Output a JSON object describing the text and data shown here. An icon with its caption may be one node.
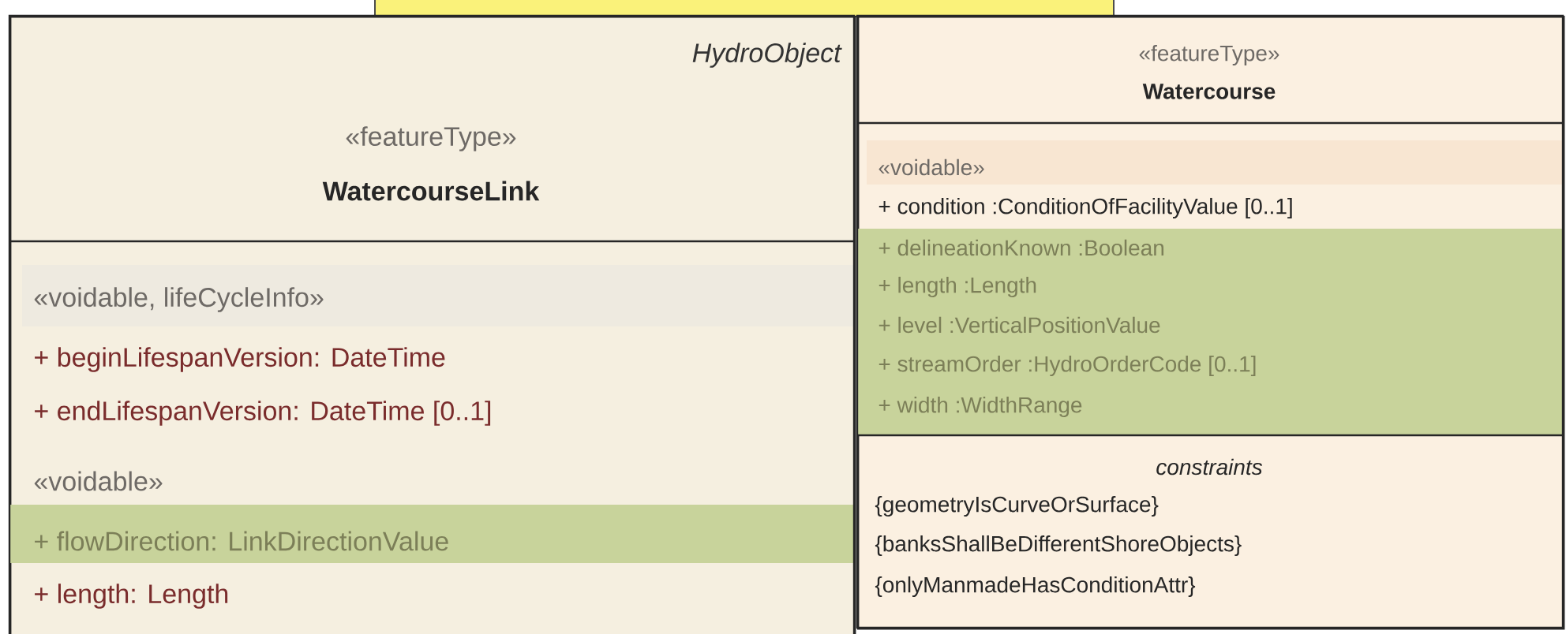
{
  "diagram": {
    "nodes": [
      {
        "text": [],
        "shape": "box"
      },
      {
        "text": [
          "HydroObject",
          "«featureType»",
          "WatercourseLink",
          "«voidable, lifeCycleInfo»",
          "+ beginLifespanVersion: DateTime",
          "+ endLifespanVersion: DateTime [0..1]",
          "«voidable»",
          "+ flowDirection: LinkDirectionValue",
          "+ length: Length"
        ]
      },
      {
        "text": [
          "«featureType»",
          "Watercourse",
          "«voidable»",
          "+ condition :ConditionOfFacilityValue [0..1]",
          "+ delineationKnown :Boolean",
          "+ length :Length",
          "+ level :VerticalPositionValue",
          "+ streamOrder :HydroOrderCode [0..1]",
          "+ width :WidthRange",
          "constraints",
          "{geometryIsCurveOrSurface}",
          "{banksShallBeDifferentShoreObjects}",
          "{onlyManmadeHasConditionAttr}"
        ]
      }
    ]
  }
}
